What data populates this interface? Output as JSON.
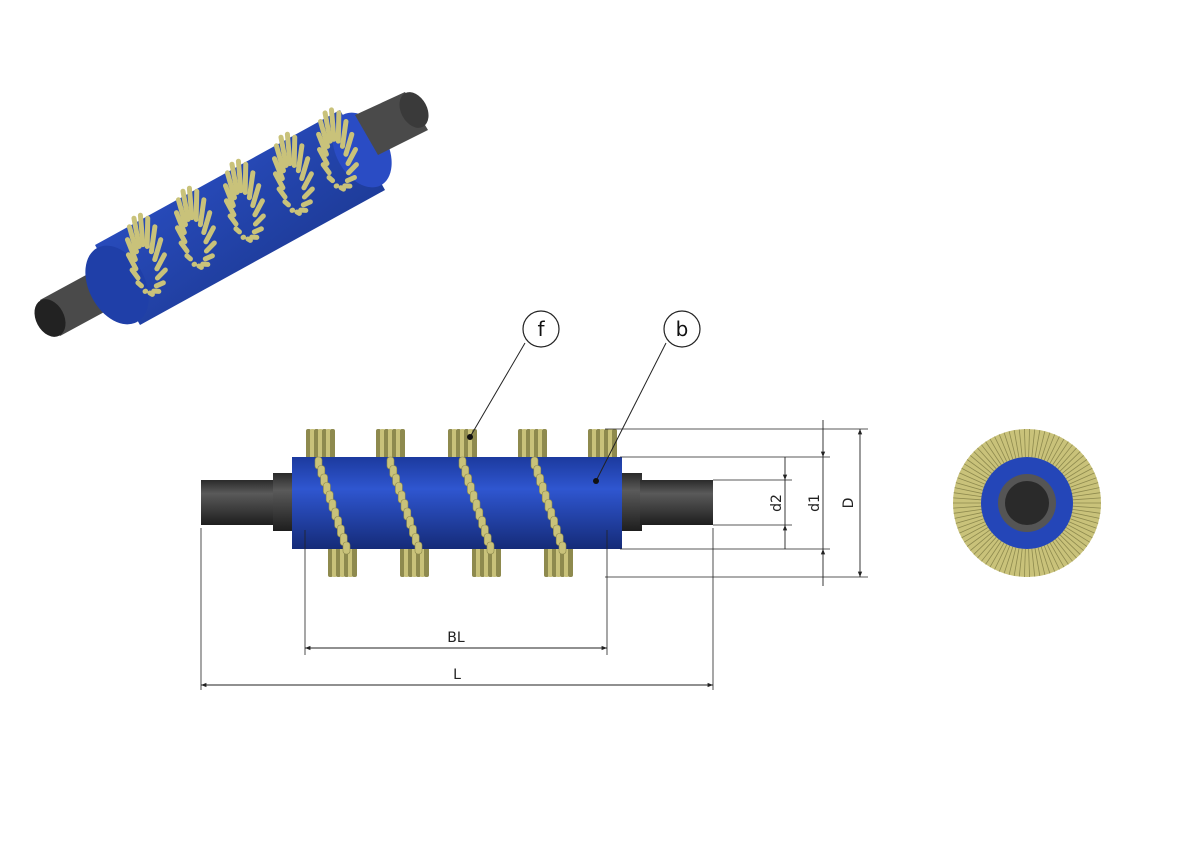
{
  "balloons": {
    "f": "f",
    "b": "b"
  },
  "dimensions": {
    "bl": "BL",
    "l": "L",
    "d2": "d2",
    "d1": "d1",
    "d": "D"
  },
  "colors": {
    "core": "#2446b8",
    "core_dark": "#16307f",
    "shaft": "#3c3c3c",
    "bristle": "#c9c27a",
    "bristle_dark": "#8e8a4e",
    "line": "#222222"
  }
}
